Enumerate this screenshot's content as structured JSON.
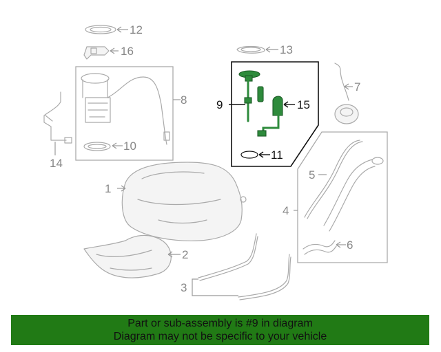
{
  "callouts": {
    "c1": "1",
    "c2": "2",
    "c3": "3",
    "c4": "4",
    "c5": "5",
    "c6": "6",
    "c7": "7",
    "c8": "8",
    "c9": "9",
    "c10": "10",
    "c11": "11",
    "c12": "12",
    "c13": "13",
    "c14": "14",
    "c15": "15",
    "c16": "16"
  },
  "banner": {
    "line1": "Part or sub-assembly is #9 in diagram",
    "line2": "Diagram may not be specific to your vehicle"
  },
  "colors": {
    "banner_bg": "#217a15",
    "highlight_part": "#2e8b3c",
    "highlight_box": "#111111",
    "linework": "#aaaaaa"
  }
}
